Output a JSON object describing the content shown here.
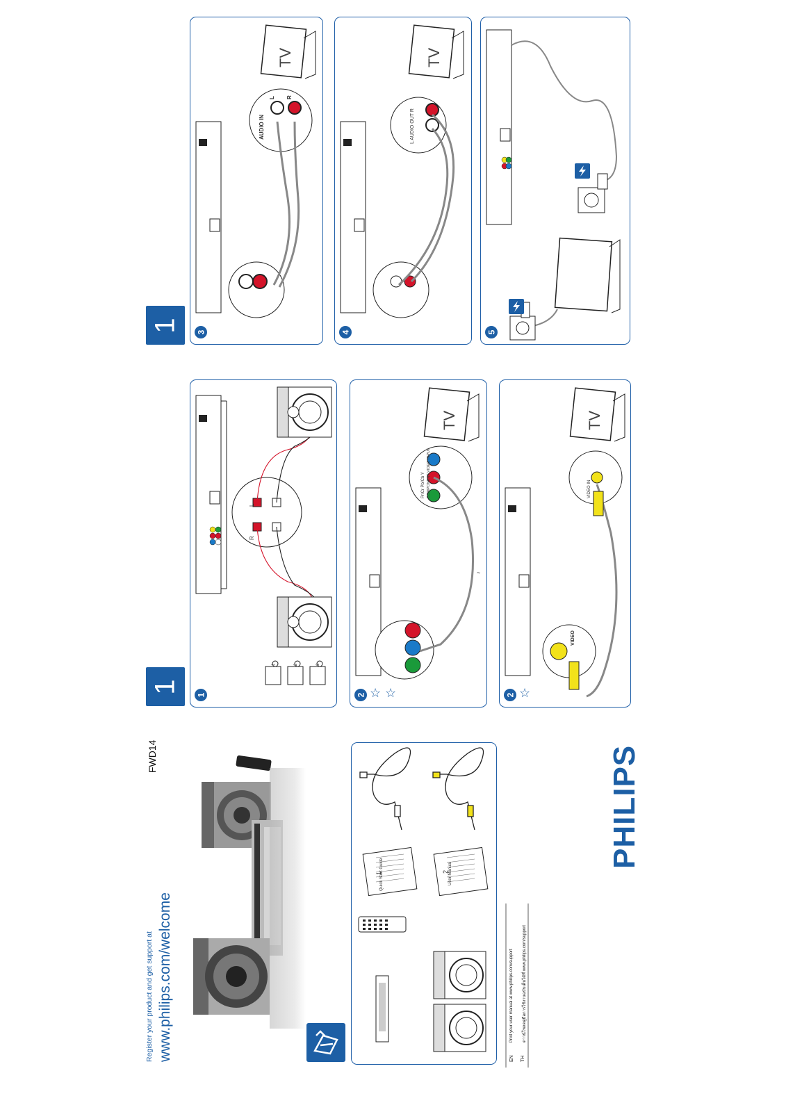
{
  "model": "FWD14",
  "register": {
    "line1": "Register your product and get support at",
    "line2": "www.philips.com/welcome"
  },
  "brand": "PHILIPS",
  "manuals": {
    "en_code": "EN",
    "en_text": "Print your user manual at www.philips.com/support",
    "th_code": "TH",
    "th_text": "ดาวน์โหลดคู่มือการใช้งานฉบับเต็มได้ที่ www.philips.com/support"
  },
  "section_number": "1",
  "steps": {
    "s1": "1",
    "s2a": "2",
    "s2b": "2",
    "s3": "3",
    "s4": "4",
    "s5": "5"
  },
  "labels": {
    "tv": "TV",
    "audio_in": "AUDIO IN",
    "audio_l": "L",
    "audio_r": "R",
    "audio_out": "L  AUDIO OUT  R",
    "video_in": "VIDEO IN",
    "video": "VIDEO",
    "component": "Pr/Cr    Pb/Cb    Y",
    "component_sub": "COMPONENT VIDEO INPUT",
    "spk_r": "R",
    "spk_l": "L",
    "qsg": "Quick Start Guide",
    "um": "User Manual",
    "qsg_num": "1",
    "um_num": "2",
    "clip1": "1",
    "clip2": "2",
    "clip3": "3"
  },
  "colors": {
    "accent": "#1d5fa5",
    "red": "#d4142a",
    "green": "#1a9a3a",
    "blue": "#1a7ac8",
    "yellow": "#f2e21a"
  }
}
